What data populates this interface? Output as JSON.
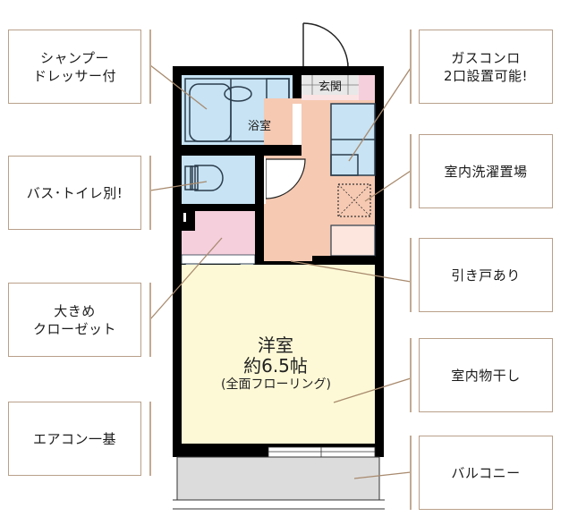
{
  "floor_plan": {
    "rooms": {
      "bathroom": "浴室",
      "entrance": "玄関",
      "western_room_name": "洋室",
      "western_room_size": "約6.5帖",
      "western_room_note": "(全面フローリング)"
    },
    "colors": {
      "wall": "#000000",
      "bath_blue": "#c7e3f4",
      "closet_pink": "#f5cfdc",
      "kitchen_peach": "#f6c9b2",
      "room_yellow": "#fdf9d6",
      "balcony_gray": "#dcdcdc",
      "callout_border": "#b9a08a",
      "leader_line": "#a88a6e"
    }
  },
  "callouts": {
    "left": [
      {
        "id": "shampoo-dresser",
        "text": "シャンプー\nドレッサー付"
      },
      {
        "id": "bath-toilet-separate",
        "text": "バス･トイレ別!"
      },
      {
        "id": "large-closet",
        "text": "大きめ\nクローゼット"
      },
      {
        "id": "air-conditioner",
        "text": "エアコン一基"
      }
    ],
    "right": [
      {
        "id": "gas-stove",
        "text": "ガスコンロ\n2口設置可能!"
      },
      {
        "id": "indoor-laundry",
        "text": "室内洗濯置場"
      },
      {
        "id": "sliding-door",
        "text": "引き戸あり"
      },
      {
        "id": "indoor-drying",
        "text": "室内物干し"
      },
      {
        "id": "balcony",
        "text": "バルコニー"
      }
    ]
  }
}
